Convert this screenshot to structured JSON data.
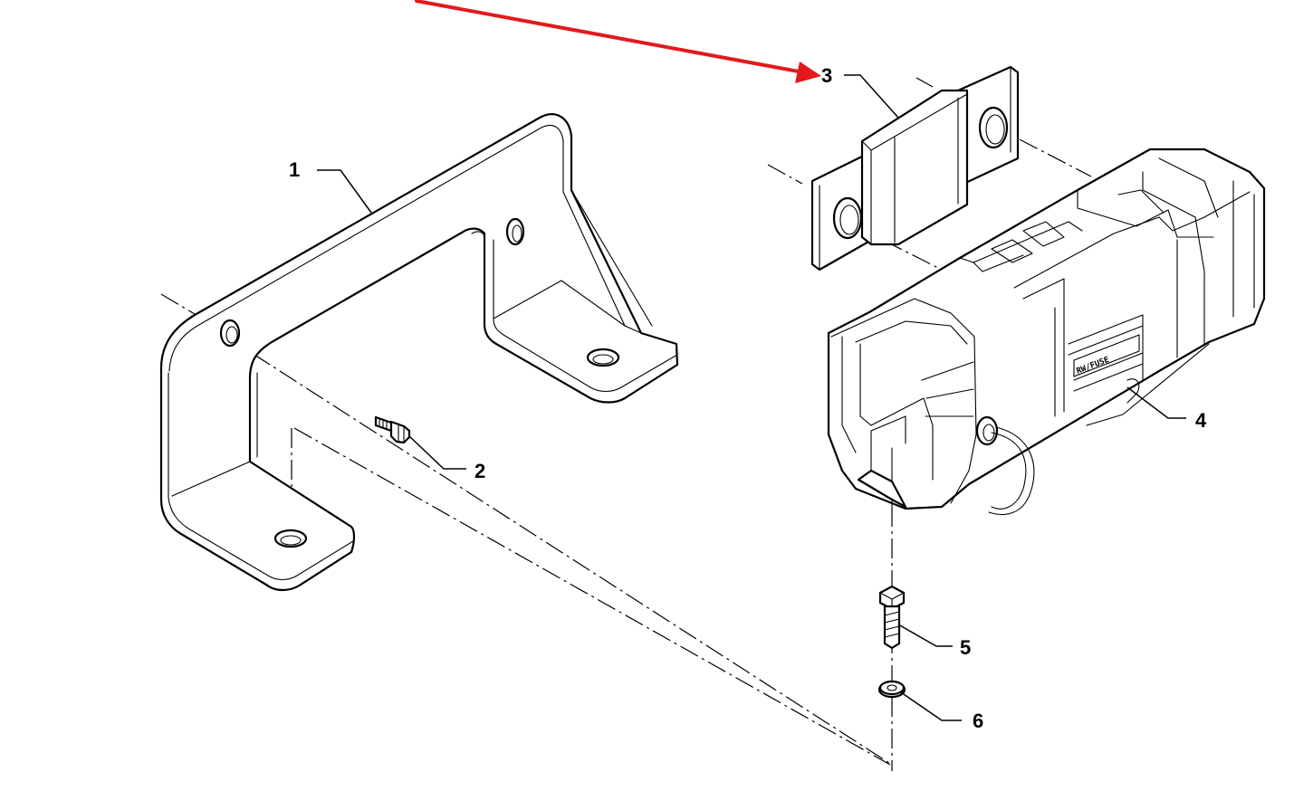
{
  "callouts": [
    {
      "id": "1",
      "label": "1"
    },
    {
      "id": "2",
      "label": "2"
    },
    {
      "id": "3",
      "label": "3"
    },
    {
      "id": "4",
      "label": "4"
    },
    {
      "id": "5",
      "label": "5"
    },
    {
      "id": "6",
      "label": "6"
    }
  ],
  "fuse_holder_marking": "RW/FUSE",
  "highlight": {
    "target_callout": "3",
    "color": "#e3191c"
  }
}
